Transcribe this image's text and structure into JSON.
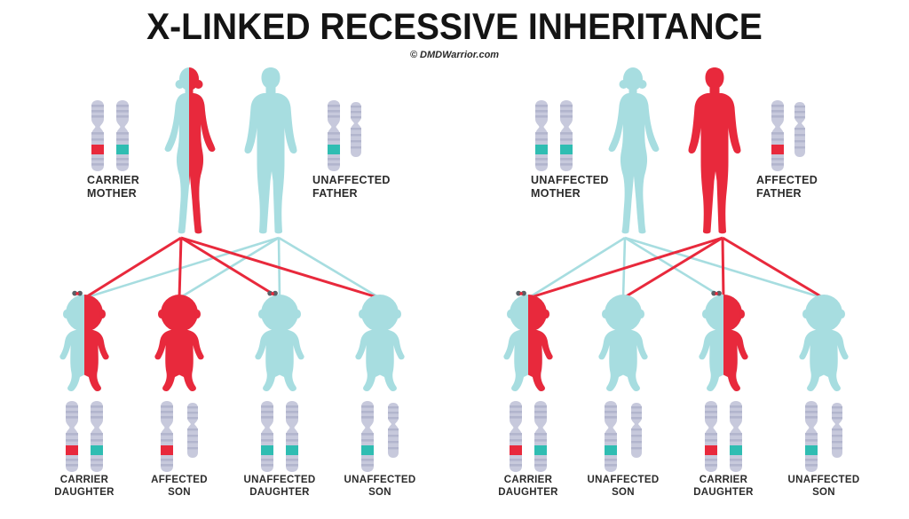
{
  "title": "X-LINKED RECESSIVE INHERITANCE",
  "credit": "© DMDWarrior.com",
  "palette": {
    "red": "#e8293c",
    "teal": "#a7dde0",
    "teal_band": "#2fbdb2",
    "chromosome_body": "#c7c9dc",
    "chromosome_stripe": "#b2b5cd",
    "text": "#2b2b2b",
    "bow": "#596066",
    "title_color": "#141414",
    "background": "#ffffff"
  },
  "panels": [
    {
      "name": "carrier-mother-family",
      "parents": [
        {
          "role": "mother",
          "label": [
            "CARRIER",
            "MOTHER"
          ],
          "figure": "female",
          "fill": "half",
          "line_color": "red",
          "chromosomes": [
            "X-red",
            "X-teal"
          ]
        },
        {
          "role": "father",
          "label": [
            "UNAFFECTED",
            "FATHER"
          ],
          "figure": "male",
          "fill": "teal",
          "line_color": "teal",
          "chromosomes": [
            "X-teal",
            "Y"
          ]
        }
      ],
      "children": [
        {
          "label": [
            "CARRIER",
            "DAUGHTER"
          ],
          "figure": "baby-girl",
          "fill": "half",
          "chromosomes": [
            "X-red",
            "X-teal"
          ]
        },
        {
          "label": [
            "AFFECTED",
            "SON"
          ],
          "figure": "baby-boy",
          "fill": "red",
          "chromosomes": [
            "X-red",
            "Y"
          ]
        },
        {
          "label": [
            "UNAFFECTED",
            "DAUGHTER"
          ],
          "figure": "baby-girl",
          "fill": "teal",
          "chromosomes": [
            "X-teal",
            "X-teal"
          ]
        },
        {
          "label": [
            "UNAFFECTED",
            "SON"
          ],
          "figure": "baby-boy",
          "fill": "teal",
          "chromosomes": [
            "X-teal",
            "Y"
          ]
        }
      ]
    },
    {
      "name": "affected-father-family",
      "parents": [
        {
          "role": "mother",
          "label": [
            "UNAFFECTED",
            "MOTHER"
          ],
          "figure": "female",
          "fill": "teal",
          "line_color": "teal",
          "chromosomes": [
            "X-teal",
            "X-teal"
          ]
        },
        {
          "role": "father",
          "label": [
            "AFFECTED",
            "FATHER"
          ],
          "figure": "male",
          "fill": "red",
          "line_color": "red",
          "chromosomes": [
            "X-red",
            "Y"
          ]
        }
      ],
      "children": [
        {
          "label": [
            "CARRIER",
            "DAUGHTER"
          ],
          "figure": "baby-girl",
          "fill": "half",
          "chromosomes": [
            "X-red",
            "X-teal"
          ]
        },
        {
          "label": [
            "UNAFFECTED",
            "SON"
          ],
          "figure": "baby-boy",
          "fill": "teal",
          "chromosomes": [
            "X-teal",
            "Y"
          ]
        },
        {
          "label": [
            "CARRIER",
            "DAUGHTER"
          ],
          "figure": "baby-girl",
          "fill": "half",
          "chromosomes": [
            "X-red",
            "X-teal"
          ]
        },
        {
          "label": [
            "UNAFFECTED",
            "SON"
          ],
          "figure": "baby-boy",
          "fill": "teal",
          "chromosomes": [
            "X-teal",
            "Y"
          ]
        }
      ]
    }
  ]
}
